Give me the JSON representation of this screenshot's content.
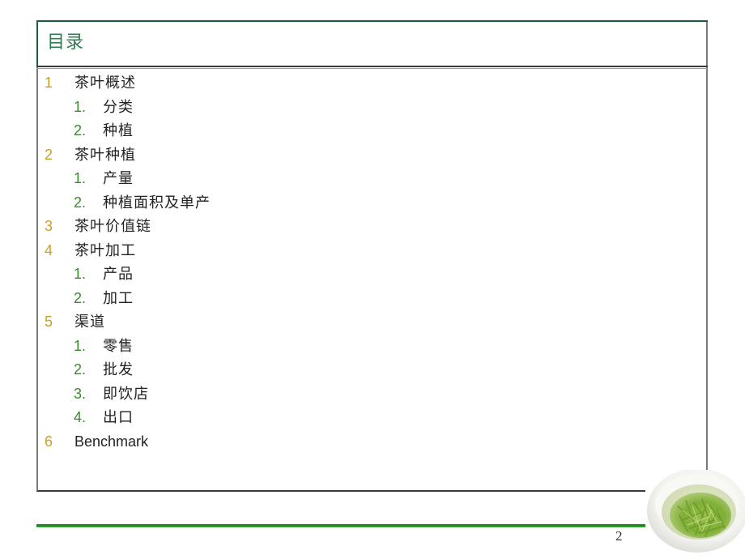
{
  "slide": {
    "title": "目录",
    "page_number": "2",
    "colors": {
      "title": "#2e7d4e",
      "main_number": "#c9a020",
      "sub_number": "#3a8a2e",
      "footer_line": "#178a1f"
    }
  },
  "toc": [
    {
      "num": "1",
      "label": "茶叶概述",
      "level": 1
    },
    {
      "num": "1.",
      "label": "分类",
      "level": 2
    },
    {
      "num": "2.",
      "label": "种植",
      "level": 2
    },
    {
      "num": "2",
      "label": "茶叶种植",
      "level": 1
    },
    {
      "num": "1.",
      "label": "产量",
      "level": 2
    },
    {
      "num": "2.",
      "label": "种植面积及单产",
      "level": 2
    },
    {
      "num": "3",
      "label": "茶叶价值链",
      "level": 1
    },
    {
      "num": "4",
      "label": "茶叶加工",
      "level": 1
    },
    {
      "num": "1.",
      "label": "产品",
      "level": 2
    },
    {
      "num": "2.",
      "label": "加工",
      "level": 2
    },
    {
      "num": "5",
      "label": "渠道",
      "level": 1
    },
    {
      "num": "1.",
      "label": "零售",
      "level": 2
    },
    {
      "num": "2.",
      "label": "批发",
      "level": 2
    },
    {
      "num": "3.",
      "label": "即饮店",
      "level": 2
    },
    {
      "num": "4.",
      "label": "出口",
      "level": 2
    },
    {
      "num": "6",
      "label": "Benchmark",
      "level": 1
    }
  ],
  "image": {
    "description": "green-tea-cup-image"
  }
}
